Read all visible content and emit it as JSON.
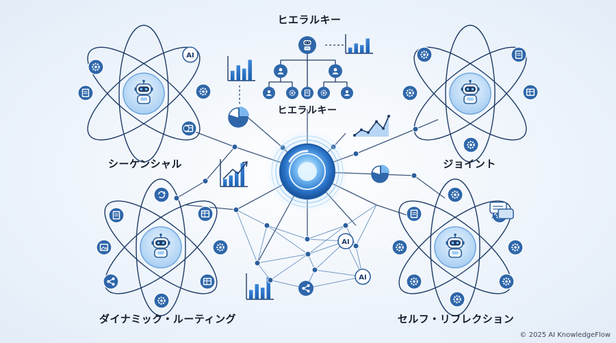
{
  "labels": {
    "hierarchy_top": "ヒエラルキー",
    "hierarchy_center": "ヒエラルキー",
    "sequential": "シーケンシャル",
    "joint": "ジョイント",
    "dynamic_routing": "ダイナミック・ルーティング",
    "self_reflection": "セルフ・リフレクション"
  },
  "badges": {
    "ai": "AI"
  },
  "footer": {
    "copyright": "© 2025 AI KnowledgeFlow"
  },
  "colors": {
    "line": "#1d3a66",
    "node": "#2b5f9e",
    "accent": "#3b86d9",
    "light": "#cfe3f7",
    "label": "#141c2b"
  }
}
